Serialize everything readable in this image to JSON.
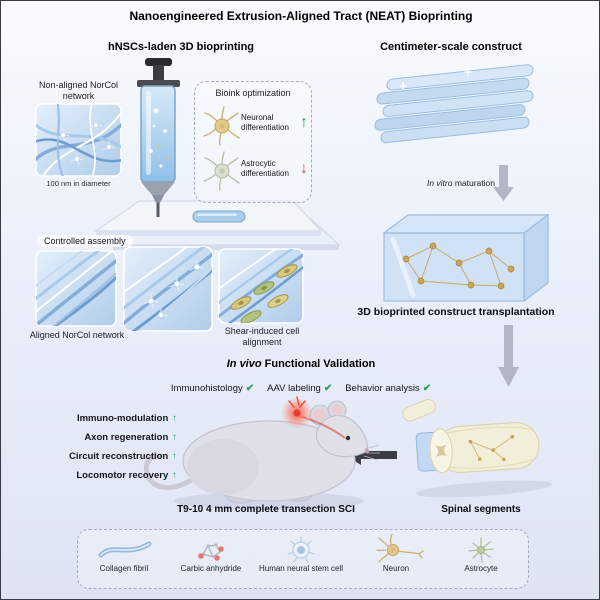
{
  "title": "Nanoengineered Extrusion-Aligned Tract (NEAT) Bioprinting",
  "left": {
    "heading": "hNSCs-laden 3D bioprinting",
    "nonaligned_label": "Non-aligned NorCol network",
    "diameter_label": "100 nm in diameter",
    "controlled_assembly_label": "Controlled assembly",
    "aligned_label": "Aligned NorCol network",
    "shear_label": "Shear-induced cell alignment"
  },
  "bioink": {
    "title": "Bioink optimization",
    "items": [
      {
        "label": "Neuronal differentiation",
        "glyph": "↑"
      },
      {
        "label": "Astrocytic differentiation",
        "glyph": "↓"
      }
    ]
  },
  "right": {
    "heading": "Centimeter-scale construct",
    "maturation_italic": "In vitro",
    "maturation_rest": " maturation",
    "transplant_label": "3D bioprinted construct transplantation"
  },
  "validation": {
    "heading_italic": "In vivo",
    "heading_rest": " Functional Validation",
    "check_glyph": "✔",
    "checks": [
      {
        "label": "Immunohistology"
      },
      {
        "label": "AAV labeling"
      },
      {
        "label": "Behavior analysis"
      }
    ],
    "up_glyph": "↑",
    "outcomes": [
      {
        "label": "Immuno-modulation"
      },
      {
        "label": "Axon regeneration"
      },
      {
        "label": "Circuit reconstruction"
      },
      {
        "label": "Locomotor recovery"
      }
    ],
    "sci_label": "T9-10 4 mm complete transection SCI",
    "spinal_label": "Spinal segments"
  },
  "legend": {
    "items": [
      {
        "label": "Collagen fibril"
      },
      {
        "label": "Carbic anhydride"
      },
      {
        "label": "Human neural stem cell"
      },
      {
        "label": "Neuron"
      },
      {
        "label": "Astrocyte"
      }
    ]
  },
  "colors": {
    "accent_green": "#2f9e63",
    "accent_red": "#d84a3a",
    "ink_blue": "#a9cdec",
    "construct_blue": "#bcd6ef",
    "neuron_gold": "#c9a355",
    "astrocyte_green": "#8fae66",
    "arrow_gray": "#b3b7c5",
    "injury_red": "#e03c30"
  }
}
